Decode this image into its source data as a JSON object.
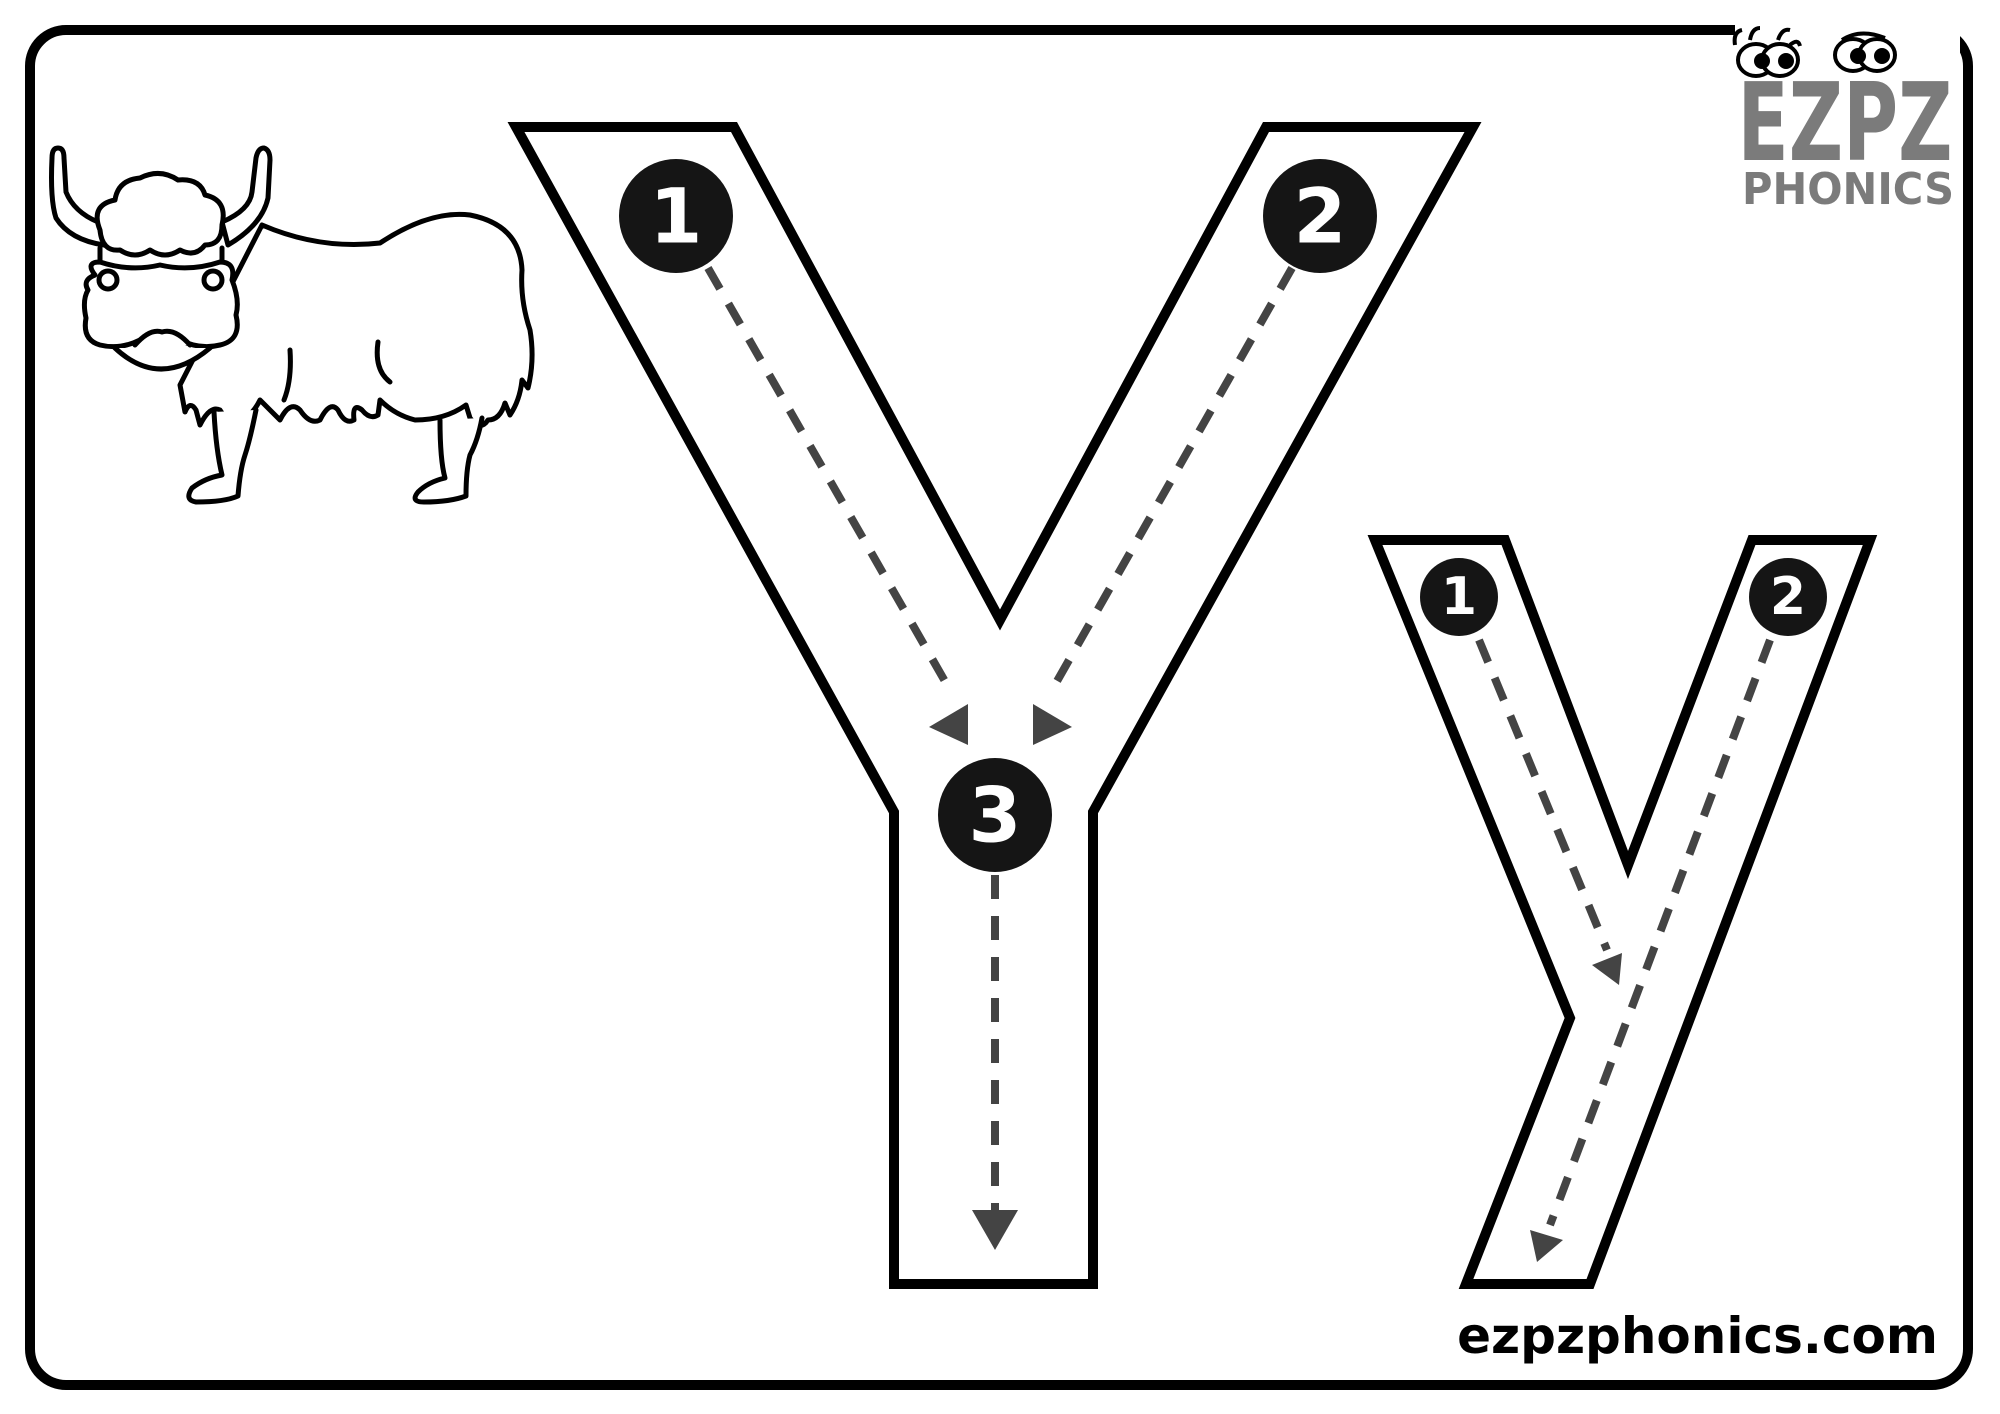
{
  "worksheet": {
    "letter_upper": "Y",
    "letter_lower": "y",
    "picture": "yak",
    "website": "ezpzphonics.com",
    "logo": {
      "line1": "EZPZ",
      "line2": "PHONICS",
      "color": "#7b7b7b"
    },
    "uppercase_strokes": [
      {
        "label": "1"
      },
      {
        "label": "2"
      },
      {
        "label": "3"
      }
    ],
    "lowercase_strokes": [
      {
        "label": "1"
      },
      {
        "label": "2"
      }
    ],
    "colors": {
      "outline": "#000000",
      "dash": "#444444",
      "circle": "#151515",
      "background": "#ffffff"
    }
  }
}
